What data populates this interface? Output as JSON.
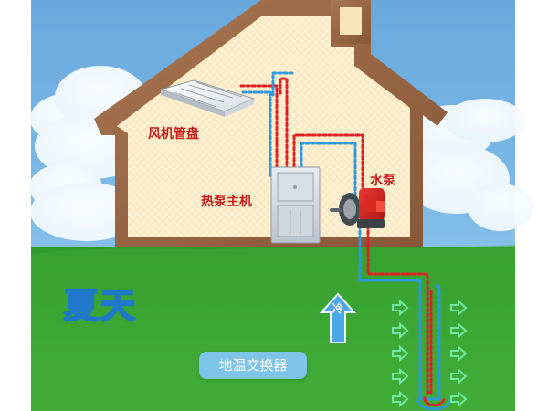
{
  "diagram": {
    "labels": {
      "fan_coil": "风机管盘",
      "heat_pump_host": "热泵主机",
      "water_pump": "水泵",
      "season": "夏天",
      "ground_exchanger": "地温交换器",
      "cold": "冷"
    }
  },
  "colors": {
    "sky": "#67a8db",
    "ground": "#39a632",
    "roof": "#9e6a45",
    "house_fill": "#fdf1d3",
    "hot_pipe": "#df1e26",
    "cold_pipe": "#2d97df",
    "label_red": "#c81c1c",
    "arrow_blue": "#4ea7e7"
  },
  "icons": {
    "fan_coil": "fan-coil-unit-icon",
    "heat_pump": "heat-pump-unit-icon",
    "water_pump": "water-pump-icon",
    "flow_arrow": "arrow-right-icon",
    "up_arrow": "up-arrow-icon"
  }
}
